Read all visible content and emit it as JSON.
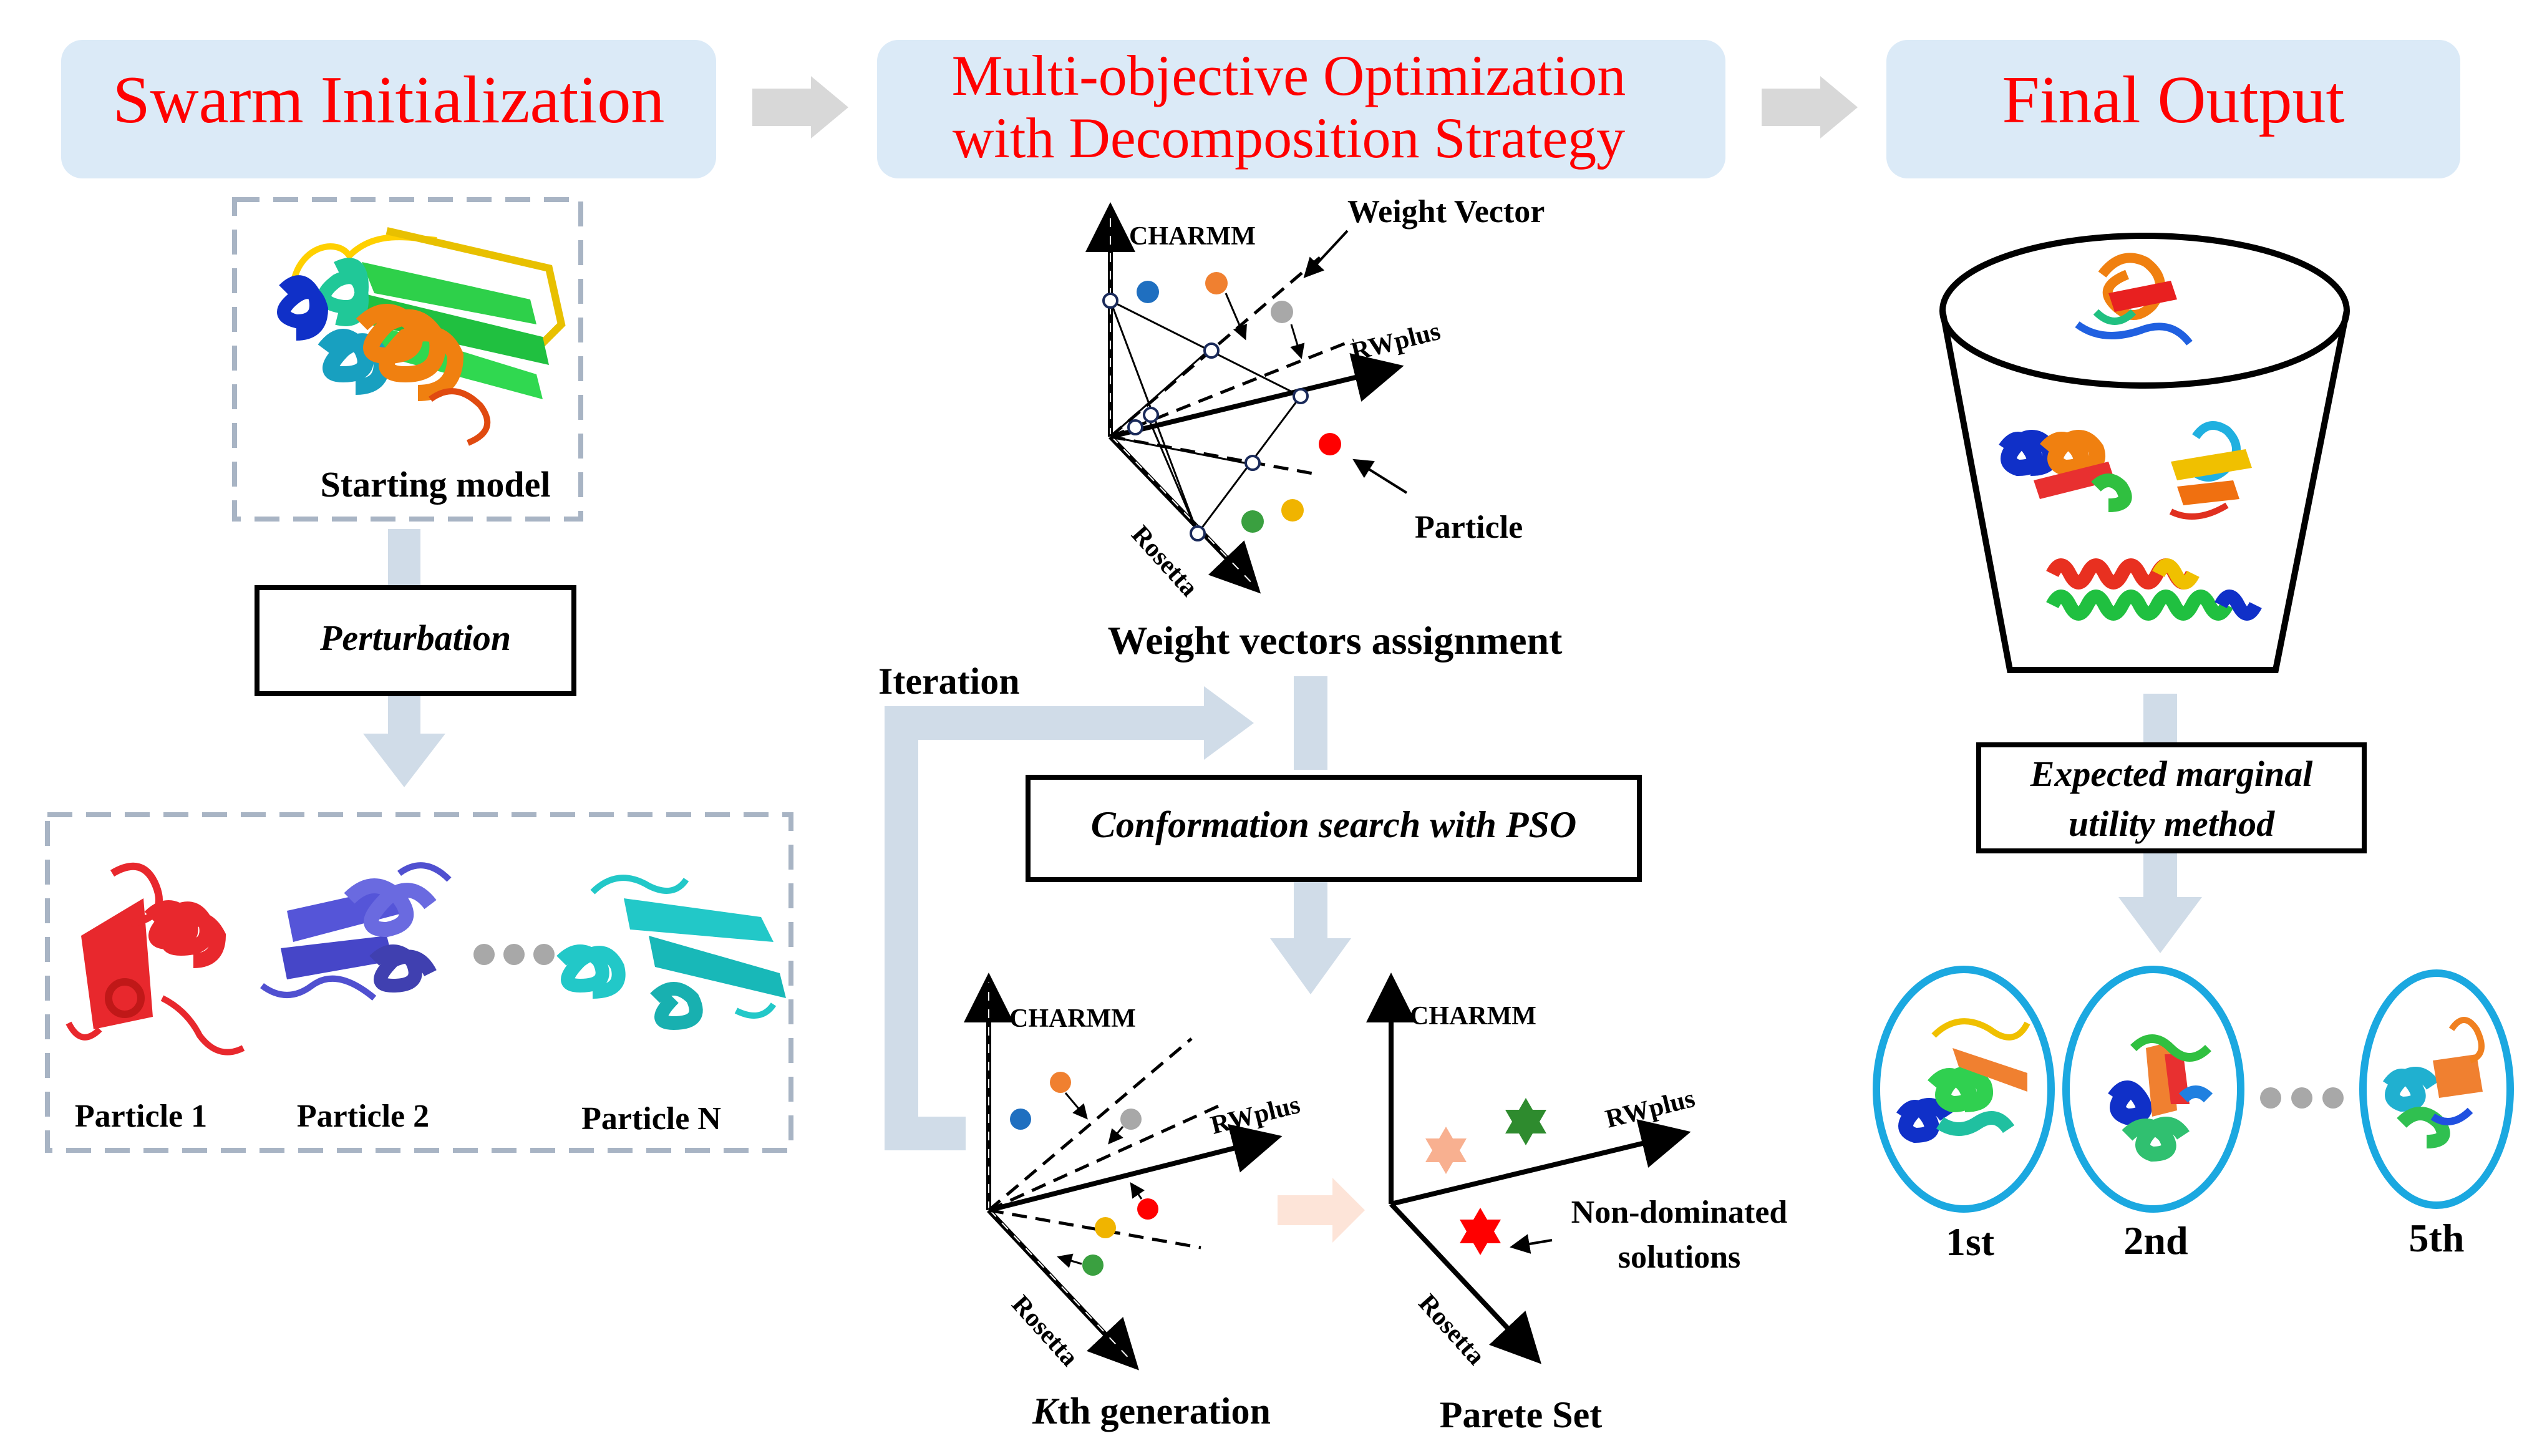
{
  "headers": {
    "stage1": "Swarm Initialization",
    "stage2_line1": "Multi-objective Optimization",
    "stage2_line2": "with Decomposition Strategy",
    "stage3": "Final Output"
  },
  "stage1": {
    "starting_model_label": "Starting model",
    "process_label": "Perturbation",
    "particles": [
      "Particle 1",
      "Particle 2",
      "Particle N"
    ]
  },
  "stage2": {
    "assignment_plot": {
      "axes": [
        "CHARMM",
        "RWplus",
        "Rosetta"
      ],
      "annotation_weight_vector": "Weight Vector",
      "annotation_particle": "Particle",
      "caption": "Weight vectors assignment"
    },
    "iteration_label": "Iteration",
    "process_label": "Conformation search with PSO",
    "kth_plot": {
      "axes": [
        "CHARMM",
        "RWplus",
        "Rosetta"
      ],
      "caption_italic": "K",
      "caption_rest": "th generation"
    },
    "pareto_plot": {
      "axes": [
        "CHARMM",
        "RWplus",
        "Rosetta"
      ],
      "annotation_line1": "Non-dominated",
      "annotation_line2": "solutions",
      "caption": "Parete Set"
    }
  },
  "stage3": {
    "process_label_line1": "Expected marginal",
    "process_label_line2": "utility method",
    "ranks": [
      "1st",
      "2nd",
      "5th"
    ]
  },
  "colors": {
    "header_fill": "#dbeaf7",
    "header_text": "#ff0000",
    "flow_arrow": "#d0dce8",
    "stage_arrow": "#d8d8d8",
    "ellipse_outline": "#1ba8e0",
    "particle_red": "#e8282d",
    "particle_blue": "#5555d8",
    "particle_cyan": "#22c8c8",
    "dot_blue": "#1f6fc0",
    "dot_orange": "#f08030",
    "dot_gray": "#a8a8a8",
    "dot_red": "#ff0000",
    "dot_green": "#3aa040",
    "dot_yellow": "#f0b400"
  }
}
